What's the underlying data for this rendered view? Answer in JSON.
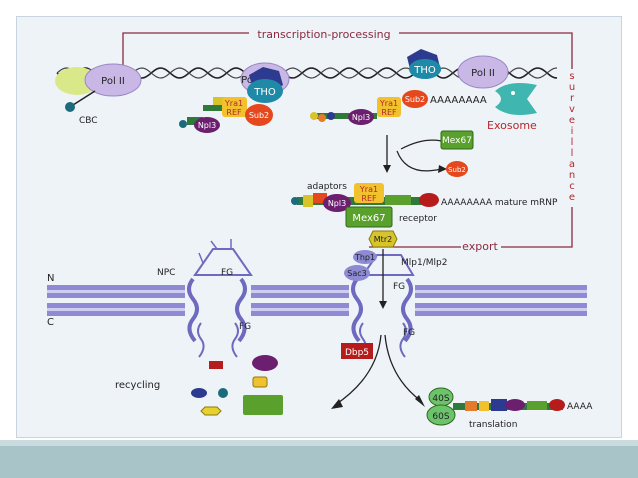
{
  "labels": {
    "transcription_processing": "transcription-processing",
    "surveillance": [
      "s",
      "u",
      "r",
      "v",
      "e",
      "i",
      "l",
      "l",
      "a",
      "n",
      "c",
      "e"
    ],
    "export": "export",
    "exosome": "Exosome",
    "cbc": "CBC",
    "pol2_left": "Pol II",
    "pol2_mid": "Pol II",
    "pol2_right": "Pol II",
    "tho_mid": "THO",
    "tho_right": "THO",
    "yra1_a": "Yra1",
    "ref_a": "REF",
    "sub2_a": "Sub2",
    "npl3_a": "Npl3",
    "yra1_b": "Yra1",
    "ref_b": "REF",
    "sub2_b": "Sub2",
    "npl3_b": "Npl3",
    "polya_b": "AAAAAAAA",
    "mex67_free": "Mex67",
    "sub2_free": "Sub2",
    "adaptors": "adaptors",
    "yra1_c": "Yra1",
    "ref_c": "REF",
    "npl3_c": "Npl3",
    "polya_c": "AAAAAAAA mature mRNP",
    "mex67_c": "Mex67",
    "receptor": "receptor",
    "mtr2": "Mtr2",
    "thp1": "Thp1",
    "sac3": "Sac3",
    "mlp": "Mlp1/Mlp2",
    "n_side": "N",
    "c_side": "C",
    "npc": "NPC",
    "fg_top_left": "FG",
    "fg_top_right": "FG",
    "fg_bottom_left": "FG",
    "fg_bottom_right": "FG",
    "dbp5": "Dbp5",
    "recycling": "recycling",
    "s40": "40S",
    "s60": "60S",
    "polya_d": "AAAA",
    "translation": "translation"
  },
  "colors": {
    "background": "#eef3f8",
    "footer": "#a9c4c9",
    "frame_line": "#8b2a3c",
    "pol2": "#c9b8e6",
    "tho": "#1f8aa8",
    "tho_dark": "#2c3b8f",
    "yra1": "#f2c12e",
    "sub2": "#e5481c",
    "npl3": "#6c1f6e",
    "mex67": "#5aa02c",
    "mtr2": "#d6c42a",
    "envelope": "#8e8ad4",
    "dbp5": "#b71c1c",
    "ribosome": "#6cc36c",
    "exosome": "#3fb7b0",
    "text_red": "#b3282d"
  }
}
